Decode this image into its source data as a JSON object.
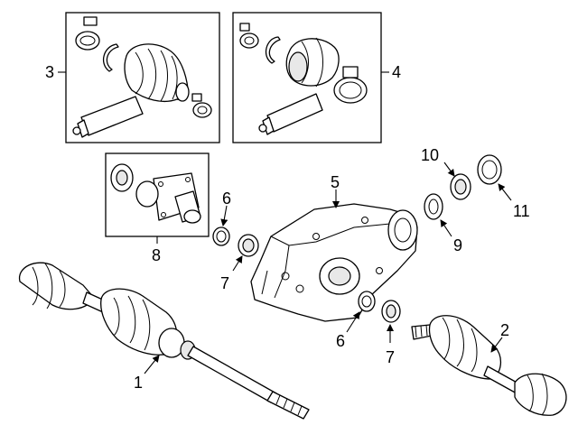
{
  "callouts": {
    "c1": "1",
    "c2": "2",
    "c3": "3",
    "c4": "4",
    "c5": "5",
    "c6a": "6",
    "c6b": "6",
    "c7a": "7",
    "c7b": "7",
    "c8": "8",
    "c9": "9",
    "c10": "10",
    "c11": "11"
  }
}
